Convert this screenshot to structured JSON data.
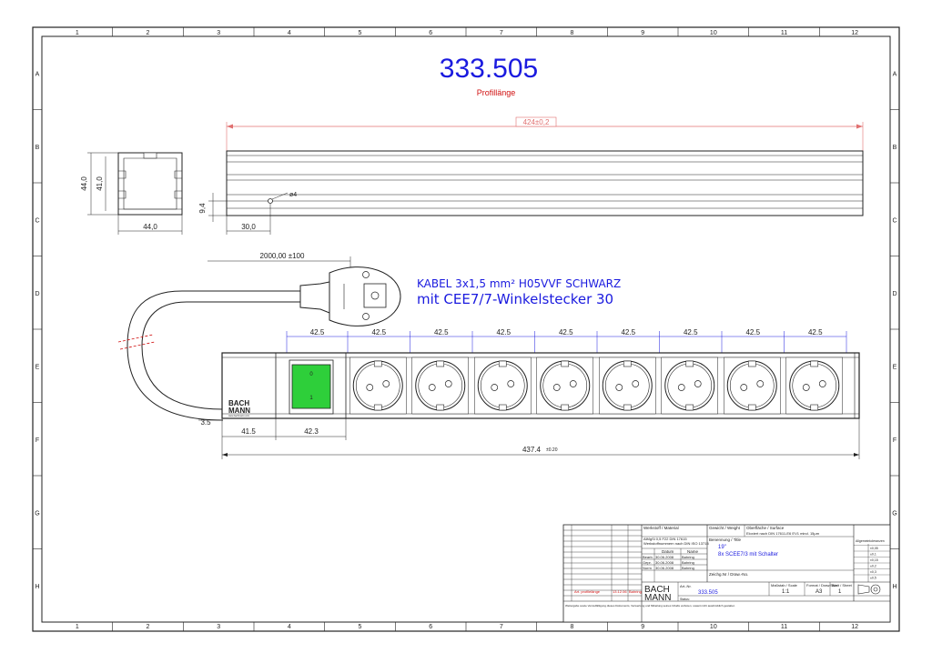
{
  "title": {
    "number": "333.505",
    "subtitle": "Profillänge",
    "color": "#1a1adf",
    "subtitle_color": "#d01010"
  },
  "frame": {
    "columns": [
      "1",
      "2",
      "3",
      "4",
      "5",
      "6",
      "7",
      "8",
      "9",
      "10",
      "11",
      "12"
    ],
    "rows": [
      "A",
      "B",
      "C",
      "D",
      "E",
      "F",
      "G",
      "H"
    ]
  },
  "profile": {
    "length_label": "424±0,2",
    "dim_height_outer": "44,0",
    "dim_height_inner": "41,0",
    "dim_width": "44,0",
    "dim_hole_offset": "9,4",
    "dim_hole_x": "30,0",
    "dim_hole_dia": "ø4"
  },
  "cable": {
    "length_label": "2000,00 ±100",
    "spec_line1": "KABEL 3x1,5 mm²  H05VVF SCHWARZ",
    "spec_line2": "mit CEE7/7-Winkelstecker 30"
  },
  "strip": {
    "logo_line1": "BACH",
    "logo_line2": "MANN",
    "logo_small": "www.bachmann.com",
    "socket_pitch": "42.5",
    "socket_pitch_count": 9,
    "socket_count": 8,
    "dim_left": "41.5",
    "dim_switch": "42.3",
    "dim_cable_offset": "3.5",
    "dim_total": "437.4",
    "dim_total_tol": "±0.20",
    "switch_color": "#2ecf3a",
    "switch_top_mark": "0",
    "switch_bottom_mark": "1"
  },
  "title_block": {
    "material_label": "Werkstoff / Material",
    "material_value": "AlMgSi 0,5 F22 DIN 17615",
    "material_value2": "Werkstoffnummern nach DIN ISO 13715",
    "weight_label": "Gewicht / Weight",
    "surface_label": "Oberfläche / Surface",
    "surface_value": "Eloxiert nach DIN 17611-E6 EV1 mind. 15µm",
    "designation_label": "Benennung / Title",
    "designation_value1": "19\"",
    "designation_value2": "8x SCEE7/3 mit Schalter",
    "drawing_no_label": "Zeichg.Nr / Draw.-No.",
    "article_label": "Art.-Nr.",
    "article_value": "333.505",
    "scale_label": "Maßstab / Scale",
    "scale_value": "1:1",
    "format_label": "Format / Draw.Size",
    "format_value": "A3",
    "sheet_label": "Blatt / Sheet",
    "sheet_value": "1",
    "date_header": "Datum",
    "name_header": "Name",
    "rows": [
      {
        "role": "Bearb.",
        "date": "30.06.2008",
        "name": "Bahring"
      },
      {
        "role": "Gepr.",
        "date": "30.06.2008",
        "name": "Bahring"
      },
      {
        "role": "Norm",
        "date": "30.06.2008",
        "name": "Bahring"
      }
    ],
    "logo_line1": "BACH",
    "logo_line2": "MANN",
    "status_text": "Status:",
    "change_text": "Art. profilelänge",
    "change_date": "13.12.06",
    "change_name": "Bahring",
    "disclaimer": "Weitergabe sowie Vervielfältigung dieses Dokuments, Verwertung und Mitteilung seines Inhalts verboten, soweit nicht ausdrücklich gestattet.",
    "tolerances": [
      "±0,05",
      "±0,1",
      "±0,15",
      "±0,2",
      "±0,3",
      "±0,5"
    ],
    "tolerance_head": "Allgemeintoleranzen"
  }
}
